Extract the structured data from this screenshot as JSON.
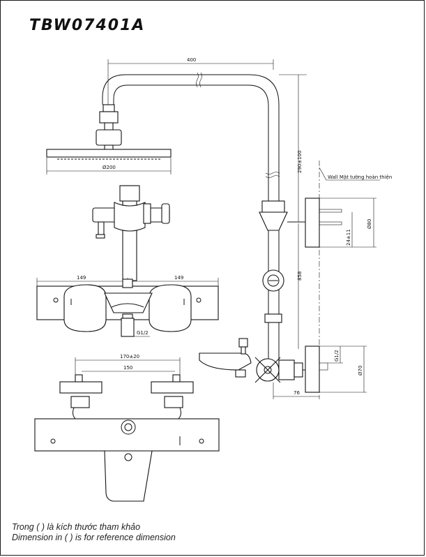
{
  "title": "TBW07401A",
  "dimensions": {
    "d_400": "400",
    "d_head": "Ø200",
    "d_149_left": "149",
    "d_149_right": "149",
    "d_g12_body": "G1/2",
    "d_170": "170±20",
    "d_150": "150",
    "d_290": "290±100",
    "d_858": "858",
    "d_80": "Ø80",
    "d_24": "24±11",
    "d_g12_side": "G1/2",
    "d_70": "Ø70",
    "d_76": "76"
  },
  "wall_label": "Wall Mặt tường hoàn thiện",
  "notes": {
    "vi": "Trong ( ) là kích thước tham khảo",
    "en": "Dimension in ( ) is for reference dimension"
  }
}
